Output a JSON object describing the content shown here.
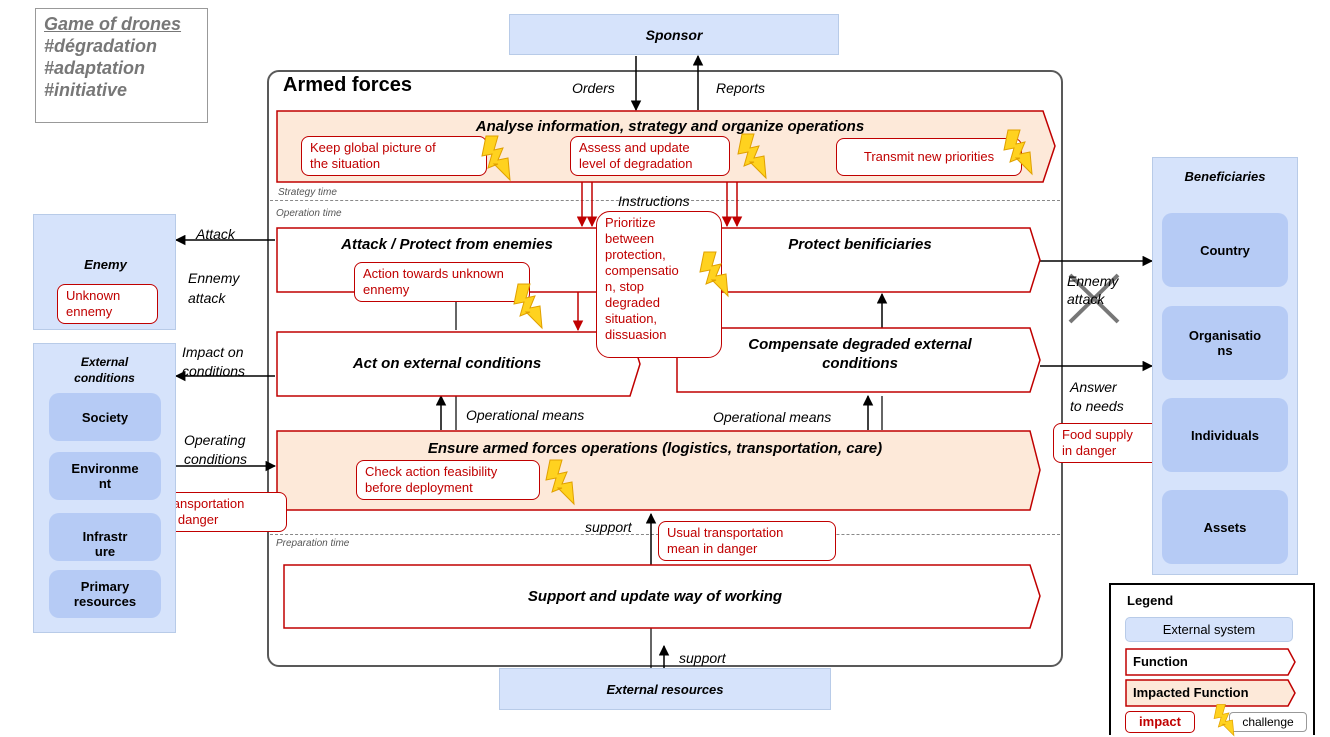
{
  "hashtags": {
    "title": "Game of drones",
    "tag1": "#dégradation",
    "tag2": "#adaptation",
    "tag3": "#initiative"
  },
  "sponsor": "Sponsor",
  "armed_forces": "Armed forces",
  "flows": {
    "orders": "Orders",
    "reports": "Reports",
    "instructions": "Instructions",
    "attack": "Attack",
    "ennemy_attack_l1": "Ennemy",
    "ennemy_attack_l2": "attack",
    "impact_l1": "Impact on",
    "impact_l2": "conditions",
    "operating_l1": "Operating",
    "operating_l2": "conditions",
    "operational_means_left": "Operational means",
    "operational_means_right": "Operational means",
    "support_mid": "support",
    "support_bottom": "support",
    "ennemy_attack_right_l1": "Ennemy",
    "ennemy_attack_right_l2": "attack",
    "answer_l1": "Answer",
    "answer_l2": "to needs"
  },
  "times": {
    "strategy": "Strategy time",
    "operation": "Operation time",
    "preparation": "Preparation time"
  },
  "functions": {
    "analyse": "Analyse information, strategy and organize operations",
    "attack_protect": "Attack / Protect from enemies",
    "protect_benef": "Protect benificiaries",
    "act_external": "Act on external conditions",
    "compensate_l1": "Compensate degraded external",
    "compensate_l2": "conditions",
    "ensure": "Ensure armed forces operations (logistics, transportation, care)",
    "support_update": "Support and update way of working"
  },
  "impacts": {
    "keep_global_l1": "Keep global picture of",
    "keep_global_l2": "the situation",
    "assess_l1": "Assess and update",
    "assess_l2": "level of degradation",
    "transmit": "Transmit new priorities",
    "prioritize": [
      "Prioritize",
      "between",
      "protection,",
      "compensatio",
      "n, stop",
      "degraded",
      "situation,",
      "dissuasion"
    ],
    "action_unknown_l1": "Action towards unknown",
    "action_unknown_l2": "ennemy",
    "unknown_enemy_l1": "Unknown",
    "unknown_enemy_l2": "ennemy",
    "check_l1": "Check action feasibility",
    "check_l2": "before deployment",
    "usual_left_l1": "Usual transportation",
    "usual_left_l2": "mean in danger",
    "usual_mid_l1": "Usual transportation",
    "usual_mid_l2": "mean in danger",
    "food_l1": "Food supply",
    "food_l2": "in danger"
  },
  "enemy": "Enemy",
  "external_conditions": {
    "title_l1": "External",
    "title_l2": "conditions",
    "items": [
      "Society",
      "Environme\nnt",
      "Infrastr\nure",
      "Primary\nresources"
    ]
  },
  "beneficiaries": {
    "title": "Beneficiaries",
    "items": [
      "Country",
      "Organisatio\nns",
      "Individuals",
      "Assets"
    ]
  },
  "external_resources": "External resources",
  "legend": {
    "title": "Legend",
    "external_system": "External system",
    "function": "Function",
    "impacted_function": "Impacted Function",
    "impact": "impact",
    "challenge": "challenge"
  },
  "colors": {
    "external": "#d6e3fb",
    "external_item": "#b6cbf5",
    "function_border": "#c00000",
    "impacted_fill": "#fde9d9",
    "bolt": "#ffcc00"
  }
}
